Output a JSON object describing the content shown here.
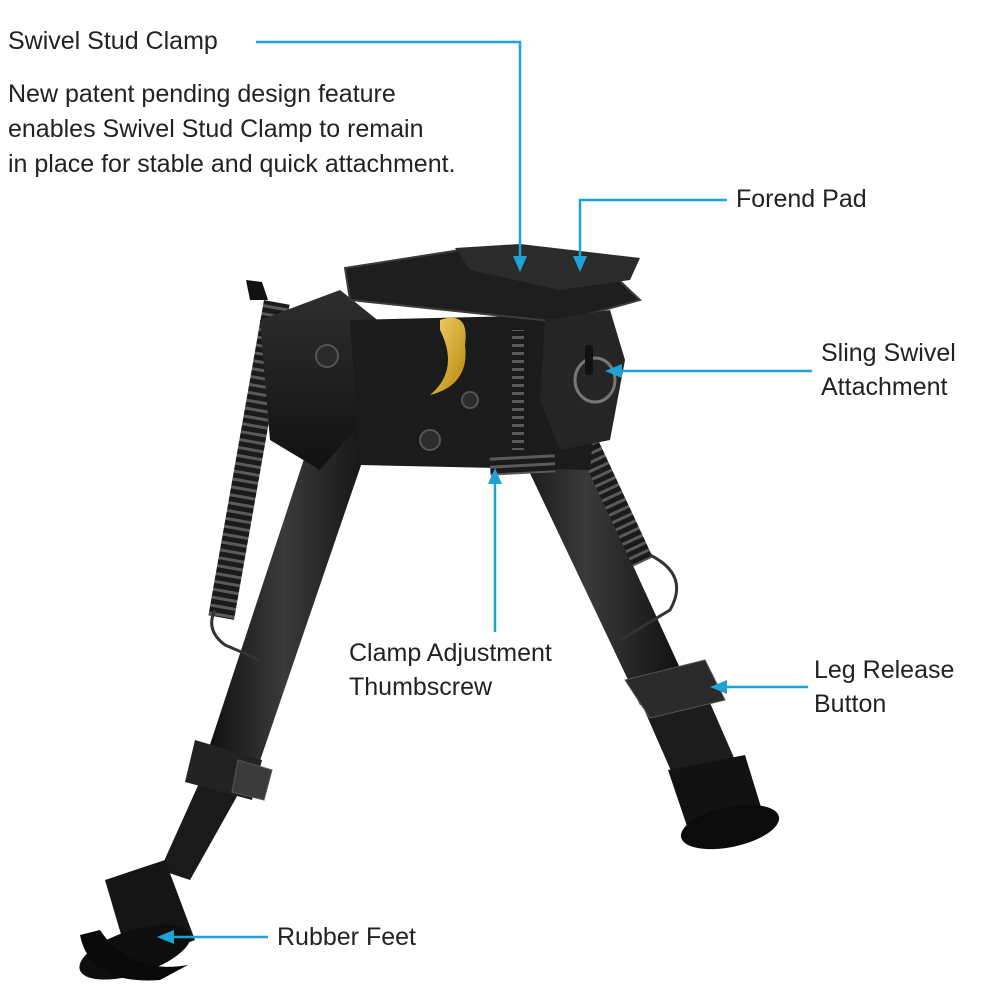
{
  "diagram": {
    "subject": "Rifle bipod with labeled parts",
    "callout_color": "#1fa3d6",
    "callouts": [
      {
        "id": "swivel-stud-clamp",
        "label": "Swivel Stud Clamp",
        "description_lines": [
          "New patent pending design feature",
          "enables Swivel Stud Clamp to remain",
          "in place for stable and quick attachment."
        ]
      },
      {
        "id": "forend-pad",
        "label": "Forend Pad"
      },
      {
        "id": "sling-swivel-attachment",
        "label_lines": [
          "Sling Swivel",
          "Attachment"
        ]
      },
      {
        "id": "clamp-adjustment-thumbscrew",
        "label_lines": [
          "Clamp Adjustment",
          "Thumbscrew"
        ]
      },
      {
        "id": "leg-release-button",
        "label_lines": [
          "Leg Release",
          "Button"
        ]
      },
      {
        "id": "rubber-feet",
        "label": "Rubber Feet"
      }
    ]
  }
}
